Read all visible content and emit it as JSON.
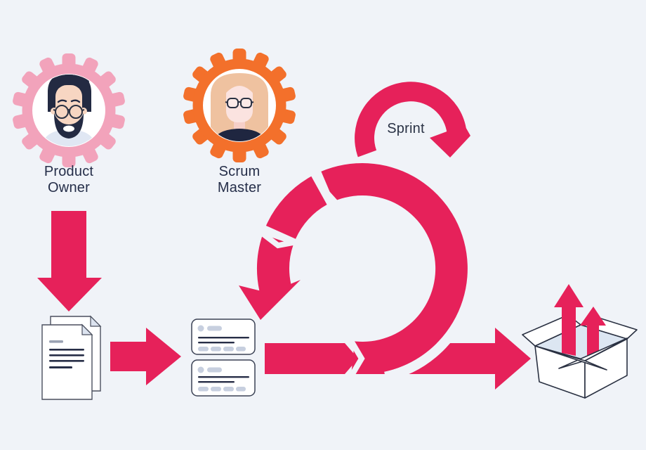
{
  "title": "Scrum workflow diagram",
  "background": "#F0F3F8",
  "colors": {
    "accent": "#E6215A",
    "gear_pink": "#F2A3BB",
    "gear_orange": "#F3702B",
    "text_navy": "#252E49",
    "outline_dark": "#2A3142",
    "muted_grey": "#C7CFDF",
    "panel_light": "#DCE6F2"
  },
  "roles": {
    "product_owner": {
      "line1": "Product",
      "line2": "Owner",
      "icon": "gear-avatar-man-icon"
    },
    "scrum_master": {
      "line1": "Scrum",
      "line2": "Master",
      "icon": "gear-avatar-woman-icon"
    }
  },
  "loop": {
    "sprint_label": "Sprint"
  },
  "icons": {
    "product_backlog": "document-stack-icon",
    "sprint_backlog": "task-cards-icon",
    "release": "open-box-arrows-icon",
    "cycle": "sprint-loop-icon",
    "flow": "flow-arrow-icon"
  }
}
